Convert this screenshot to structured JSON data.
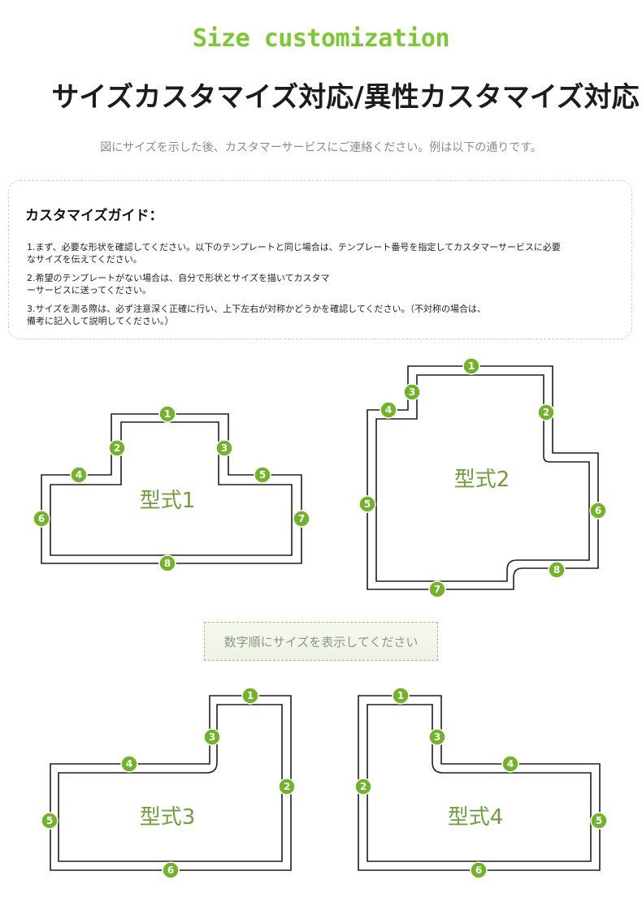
{
  "header": {
    "title_en": "Size customization",
    "title_jp": "サイズカスタマイズ対応/異性カスタマイズ対応",
    "subtitle": "図にサイズを示した後、カスタマーサービスにご連絡ください。例は以下の通りです。"
  },
  "guide": {
    "title": "カスタマイズガイド：",
    "items": [
      [
        "1.まず、必要な形状を確認してください。以下のテンプレートと同じ場合は、テンプレート番号を指定してカスタマーサービスに必要",
        "なサイズを伝えてください。"
      ],
      [
        "2.希望のテンプレートがない場合は、自分で形状とサイズを描いてカスタマ",
        "ーサービスに送ってください。"
      ],
      [
        "3.サイズを測る際は、必ず注意深く正確に行い、上下左右が対称かどうかを確認してください。（不対称の場合は、",
        "備考に記入して説明してください。）"
      ]
    ]
  },
  "badge": "数字順にサイズを表示してください",
  "templates": [
    {
      "name": "型式1",
      "labels": [
        "1",
        "2",
        "3",
        "4",
        "5",
        "6",
        "7",
        "8"
      ]
    },
    {
      "name": "型式2",
      "labels": [
        "1",
        "2",
        "3",
        "4",
        "5",
        "6",
        "7",
        "8"
      ]
    },
    {
      "name": "型式3",
      "labels": [
        "1",
        "2",
        "3",
        "4",
        "5",
        "6"
      ]
    },
    {
      "name": "型式4",
      "labels": [
        "1",
        "2",
        "3",
        "4",
        "5",
        "6"
      ]
    }
  ],
  "colors": {
    "accent": "#72b32a",
    "heading_green": "#7cc832",
    "template_text": "#6f9f3c"
  }
}
